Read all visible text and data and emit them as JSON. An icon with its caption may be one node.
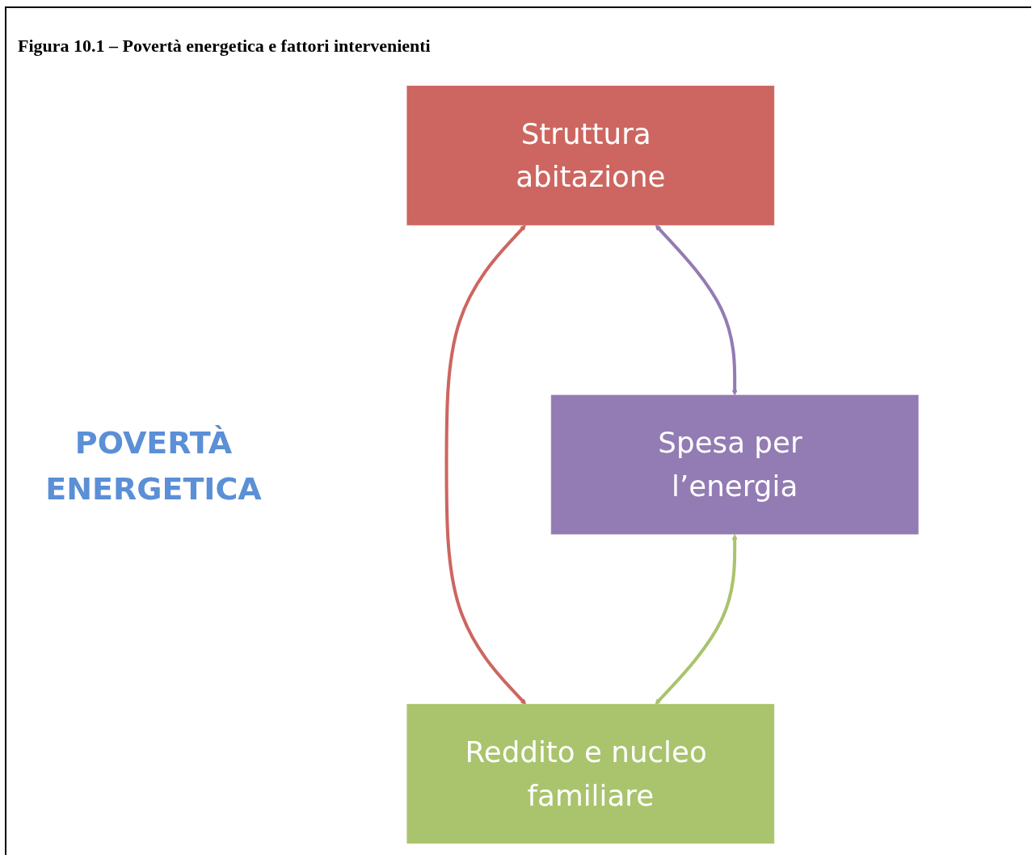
{
  "diagram": {
    "title": "Figura 10.1 – Povertà energetica e fattori intervenienti",
    "nodes": [
      {
        "text": [
          "Struttura abitazione"
        ]
      },
      {
        "text": [
          "Spesa per l’energia"
        ]
      },
      {
        "text": [
          "Reddito e nucleo familiare"
        ]
      }
    ],
    "edges": [
      {
        "from": 1,
        "to": 0,
        "arrow": "both",
        "color": "#937bb3"
      },
      {
        "from": 0,
        "to": 2,
        "arrow": "both",
        "color": "#cd6660"
      },
      {
        "from": 1,
        "to": 2,
        "arrow": "both",
        "color": "#a9c46c"
      }
    ],
    "labels": [
      "POVERTÀ ENERGETICA"
    ]
  }
}
